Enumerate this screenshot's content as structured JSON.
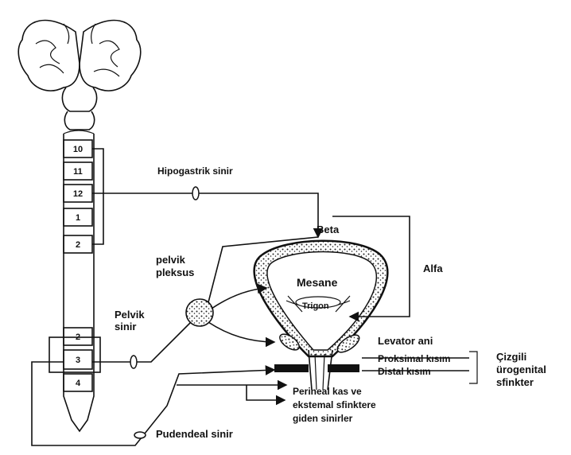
{
  "spinal_segments": {
    "thoracic": [
      "10",
      "11",
      "12"
    ],
    "lumbar": [
      "1",
      "2"
    ],
    "sacral": [
      "2",
      "3",
      "4"
    ]
  },
  "labels": {
    "hypogastric": "Hipogastrik sinir",
    "beta": "Beta",
    "alfa": "Alfa",
    "pelvic_plexus_1": "pelvik",
    "pelvic_plexus_2": "pleksus",
    "pelvic_nerve_1": "Pelvik",
    "pelvic_nerve_2": "sinir",
    "bladder": "Mesane",
    "trigone": "Trigon",
    "levator": "Levator ani",
    "proximal": "Proksimal kısım",
    "distal": "Distal kısım",
    "sphincter_1": "Çizgili",
    "sphincter_2": "ürogenital",
    "sphincter_3": "sfinkter",
    "perineal_1": "Perineal kas ve",
    "perineal_2": "ekstemal sfinktere",
    "perineal_3": "giden sinirler",
    "pudendal": "Pudendeal sinir"
  }
}
